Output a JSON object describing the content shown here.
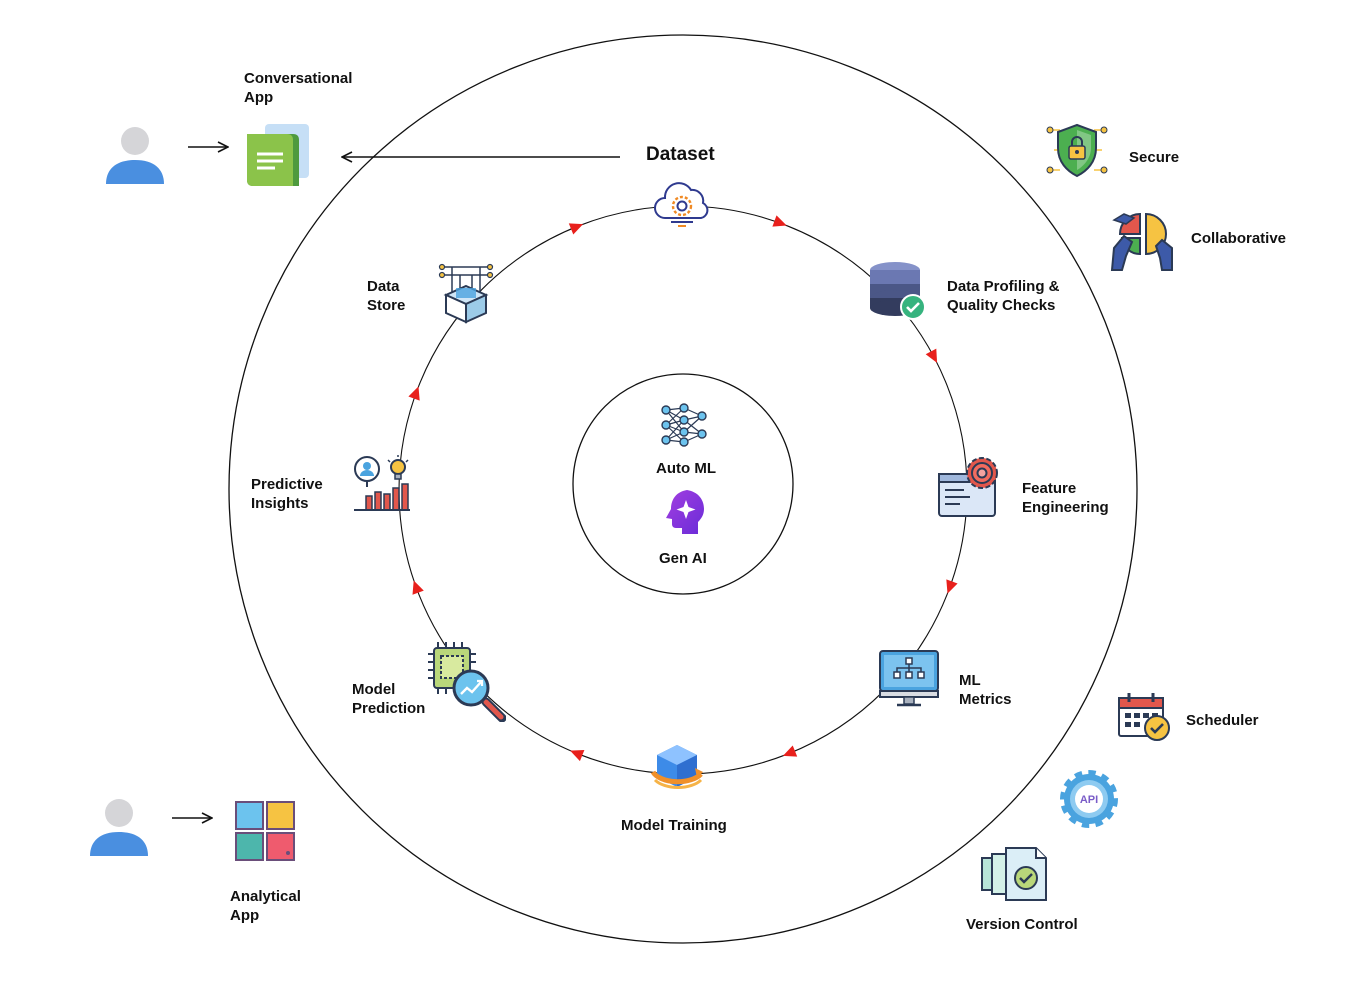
{
  "diagram": {
    "source_label": "Dataset",
    "core": {
      "automl_label": "Auto ML",
      "genai_label": "Gen AI"
    },
    "pipeline": [
      {
        "id": "dataset",
        "label_lines": []
      },
      {
        "id": "data_profiling",
        "label_lines": [
          "Data Profiling &",
          "Quality Checks"
        ]
      },
      {
        "id": "feature_engineering",
        "label_lines": [
          "Feature",
          "Engineering"
        ]
      },
      {
        "id": "ml_metrics",
        "label_lines": [
          "ML",
          "Metrics"
        ]
      },
      {
        "id": "model_training",
        "label_lines": [
          "Model Training"
        ]
      },
      {
        "id": "model_prediction",
        "label_lines": [
          "Model",
          "Prediction"
        ]
      },
      {
        "id": "predictive_insights",
        "label_lines": [
          "Predictive",
          "Insights"
        ]
      },
      {
        "id": "data_store",
        "label_lines": [
          "Data",
          "Store"
        ]
      }
    ],
    "apps": {
      "conversational": [
        "Conversational",
        "App"
      ],
      "analytical": [
        "Analytical",
        "App"
      ]
    },
    "features": {
      "secure": "Secure",
      "collaborative": "Collaborative",
      "scheduler": "Scheduler",
      "version_control": "Version Control",
      "api_badge": "API"
    },
    "colors": {
      "flow_arrow": "#e8201c",
      "user": "#4a8fe0",
      "user_head": "#d5d5d8",
      "line": "#111111"
    }
  }
}
